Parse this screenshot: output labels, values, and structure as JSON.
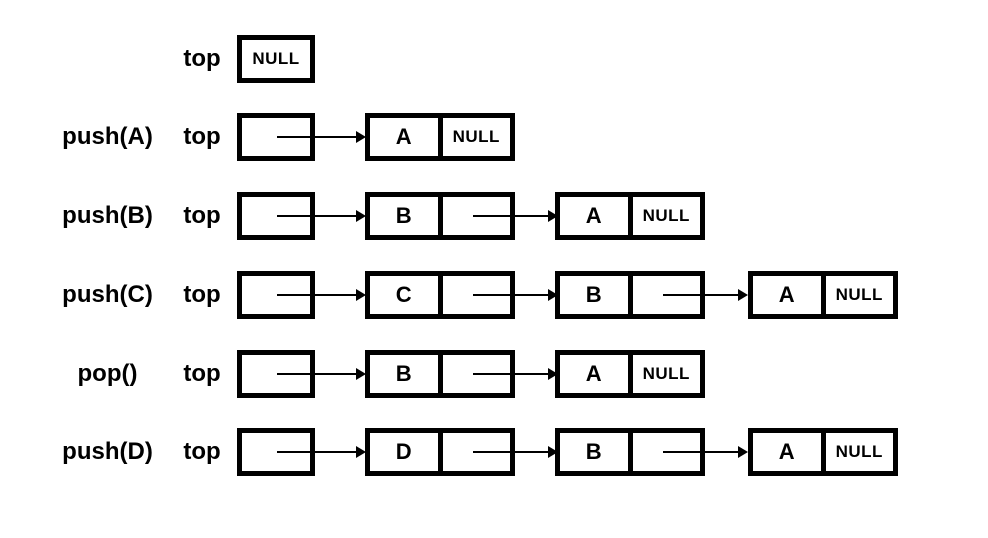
{
  "colors": {
    "ink": "#000000",
    "background": "#ffffff"
  },
  "rows": [
    {
      "op": "",
      "pointer_label": "top",
      "pointer_value": "NULL",
      "nodes": []
    },
    {
      "op": "push(A)",
      "pointer_label": "top",
      "pointer_value": "",
      "nodes": [
        {
          "data": "A",
          "next": "NULL"
        }
      ]
    },
    {
      "op": "push(B)",
      "pointer_label": "top",
      "pointer_value": "",
      "nodes": [
        {
          "data": "B",
          "next": ""
        },
        {
          "data": "A",
          "next": "NULL"
        }
      ]
    },
    {
      "op": "push(C)",
      "pointer_label": "top",
      "pointer_value": "",
      "nodes": [
        {
          "data": "C",
          "next": ""
        },
        {
          "data": "B",
          "next": ""
        },
        {
          "data": "A",
          "next": "NULL"
        }
      ]
    },
    {
      "op": "pop()",
      "pointer_label": "top",
      "pointer_value": "",
      "nodes": [
        {
          "data": "B",
          "next": ""
        },
        {
          "data": "A",
          "next": "NULL"
        }
      ]
    },
    {
      "op": "push(D)",
      "pointer_label": "top",
      "pointer_value": "",
      "nodes": [
        {
          "data": "D",
          "next": ""
        },
        {
          "data": "B",
          "next": ""
        },
        {
          "data": "A",
          "next": "NULL"
        }
      ]
    }
  ]
}
